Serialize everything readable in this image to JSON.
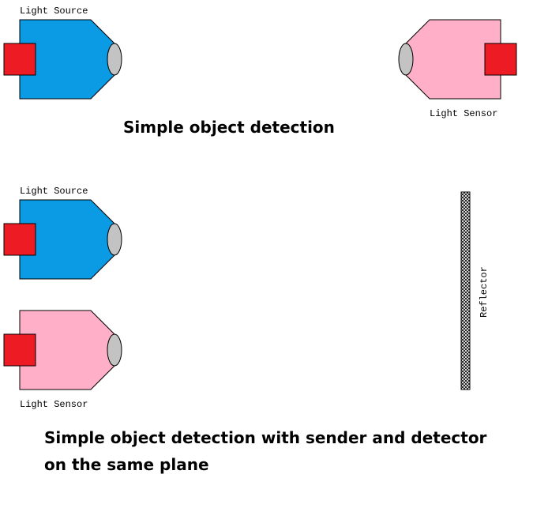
{
  "colors": {
    "source_body": "#0B9BE5",
    "sensor_body": "#FFB0C8",
    "base_block": "#ED1C24",
    "lens": "#C3C3C3",
    "outline": "#000000"
  },
  "diagram1": {
    "source_label": "Light Source",
    "sensor_label": "Light Sensor",
    "caption": "Simple object detection"
  },
  "diagram2": {
    "source_label": "Light Source",
    "sensor_label": "Light Sensor",
    "reflector_label": "Reflector",
    "caption_line1": "Simple object detection with sender and detector",
    "caption_line2": "on the same plane"
  }
}
